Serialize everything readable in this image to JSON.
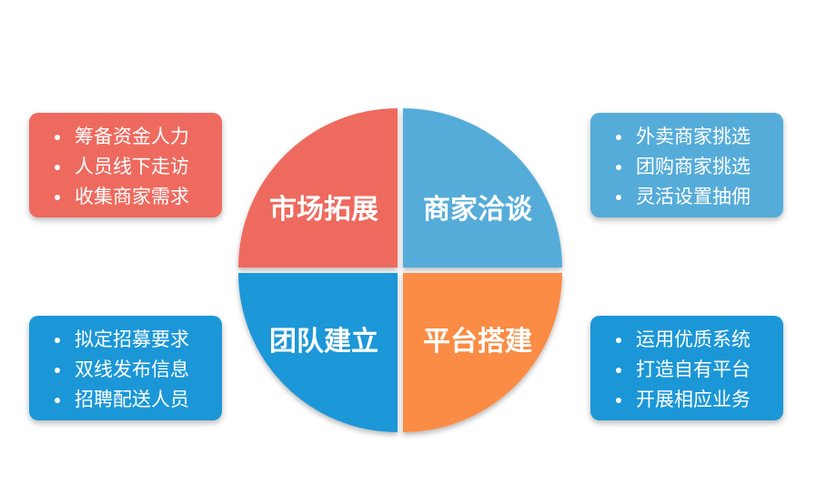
{
  "quadrants": {
    "top_left": {
      "label": "市场拓展",
      "color": "#ee6a5f"
    },
    "top_right": {
      "label": "商家洽谈",
      "color": "#55acd9"
    },
    "bottom_left": {
      "label": "团队建立",
      "color": "#1b97d8"
    },
    "bottom_right": {
      "label": "平台搭建",
      "color": "#fb8c44"
    }
  },
  "boxes": {
    "top_left": {
      "items": [
        "筹备资金人力",
        "人员线下走访",
        "收集商家需求"
      ],
      "color": "#ee6a5f"
    },
    "top_right": {
      "items": [
        "外卖商家挑选",
        "团购商家挑选",
        "灵活设置抽佣"
      ],
      "color": "#55acd9"
    },
    "bottom_left": {
      "items": [
        "拟定招募要求",
        "双线发布信息",
        "招聘配送人员"
      ],
      "color": "#1b97d8"
    },
    "bottom_right": {
      "items": [
        "运用优质系统",
        "打造自有平台",
        "开展相应业务"
      ],
      "color": "#1b97d8"
    }
  }
}
